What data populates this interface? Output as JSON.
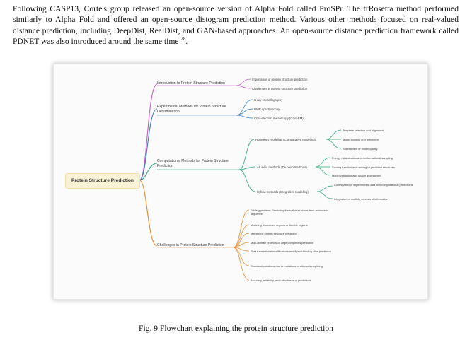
{
  "paragraph": {
    "text": "Following CASP13, Corte's group released an open-source version of Alpha Fold called ProSPr. The trRosetta method performed similarly to Alpha Fold and offered an open-source distogram prediction method. Various other methods focused on real-valued distance prediction, including DeepDist, RealDist, and GAN-based approaches. An open-source distance prediction framework called PDNET was also introduced around the same time ",
    "reference": "28",
    "end": "."
  },
  "caption": "Fig. 9 Flowchart explaining the protein structure prediction",
  "mindmap": {
    "root": "Protein Structure Prediction",
    "colors": {
      "intro": "#c45bc8",
      "experimental": "#3c7fc4",
      "computational": "#2aa876",
      "challenges": "#e8892e",
      "root_fill": "#fbf3d6"
    },
    "branches": [
      {
        "label": "Introduction to Protein Structure Prediction",
        "children": [
          {
            "label": "Importance of protein structure prediction"
          },
          {
            "label": "Challenges in protein structure prediction"
          }
        ]
      },
      {
        "label": "Experimental Methods for Protein Structure Determination",
        "children": [
          {
            "label": "X-ray crystallography"
          },
          {
            "label": "NMR spectroscopy"
          },
          {
            "label": "Cryo-electron microscopy (Cryo-EM)"
          }
        ]
      },
      {
        "label": "Computational Methods for Protein Structure Prediction",
        "children": [
          {
            "label": "Homology modeling (Comparative modeling)",
            "children": [
              "Template selection and alignment",
              "Model building and refinement",
              "Assessment of model quality"
            ]
          },
          {
            "label": "Ab initio methods (De novo methods)",
            "children": [
              "Energy minimization and conformational sampling",
              "Scoring function and ranking of predicted structures",
              "Model validation and quality assessment"
            ]
          },
          {
            "label": "Hybrid methods (Integrative modeling)",
            "children": [
              "Combination of experimental data with computational predictions",
              "Integration of multiple sources of information"
            ]
          }
        ]
      },
      {
        "label": "Challenges in Protein Structure Prediction",
        "children": [
          {
            "label": "Folding problem: Predicting the native structure from amino acid sequence"
          },
          {
            "label": "Modeling disordered regions or flexible regions"
          },
          {
            "label": "Membrane protein structure prediction"
          },
          {
            "label": "Multi-domain proteins or large complexes prediction"
          },
          {
            "label": "Post-translational modifications and ligand-binding sites prediction"
          },
          {
            "label": "Structural variations due to mutations or alternative splicing"
          },
          {
            "label": "Accuracy, reliability, and robustness of predictions"
          }
        ]
      }
    ]
  }
}
